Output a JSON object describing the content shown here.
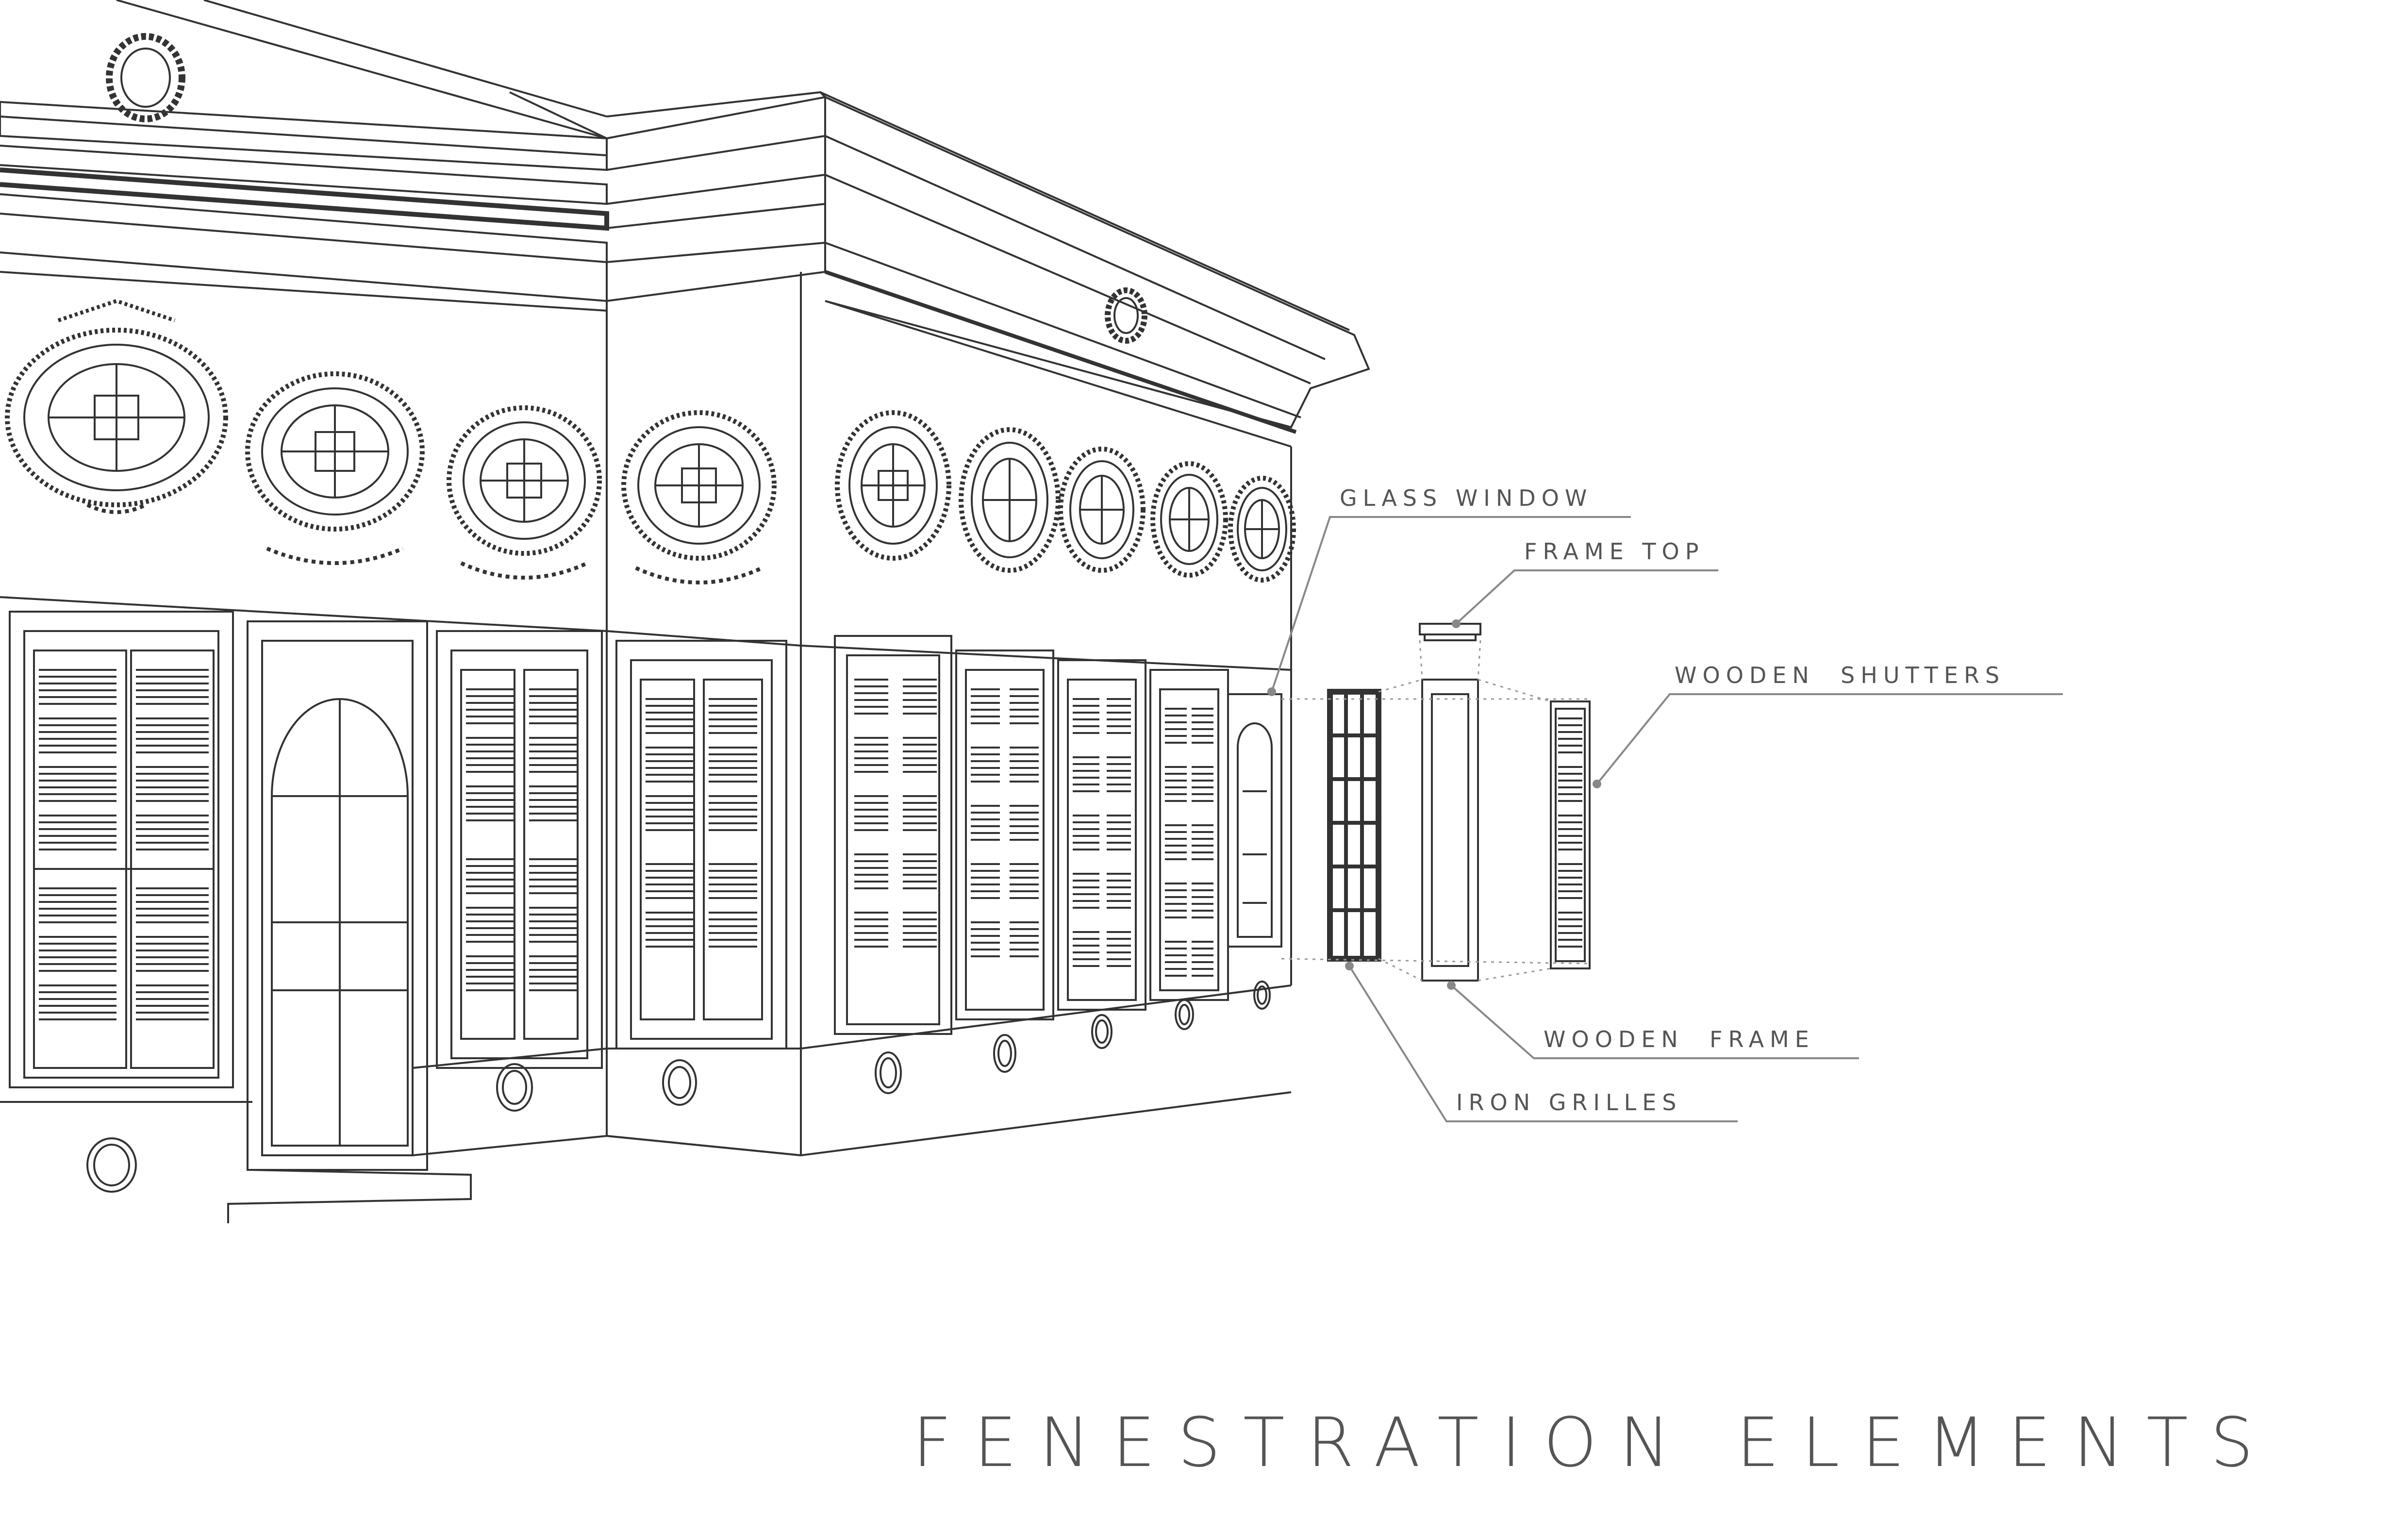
{
  "title": "FENESTRATION ELEMENTS",
  "labels": {
    "glass_window": "GLASS WINDOW",
    "frame_top": "FRAME TOP",
    "wooden_shutters": "WOODEN  SHUTTERS",
    "wooden_frame": "WOODEN  FRAME",
    "iron_grilles": "IRON GRILLES"
  },
  "colors": {
    "ink": "#333333",
    "label_text": "#555555",
    "leader": "#888888",
    "background": "#ffffff"
  }
}
